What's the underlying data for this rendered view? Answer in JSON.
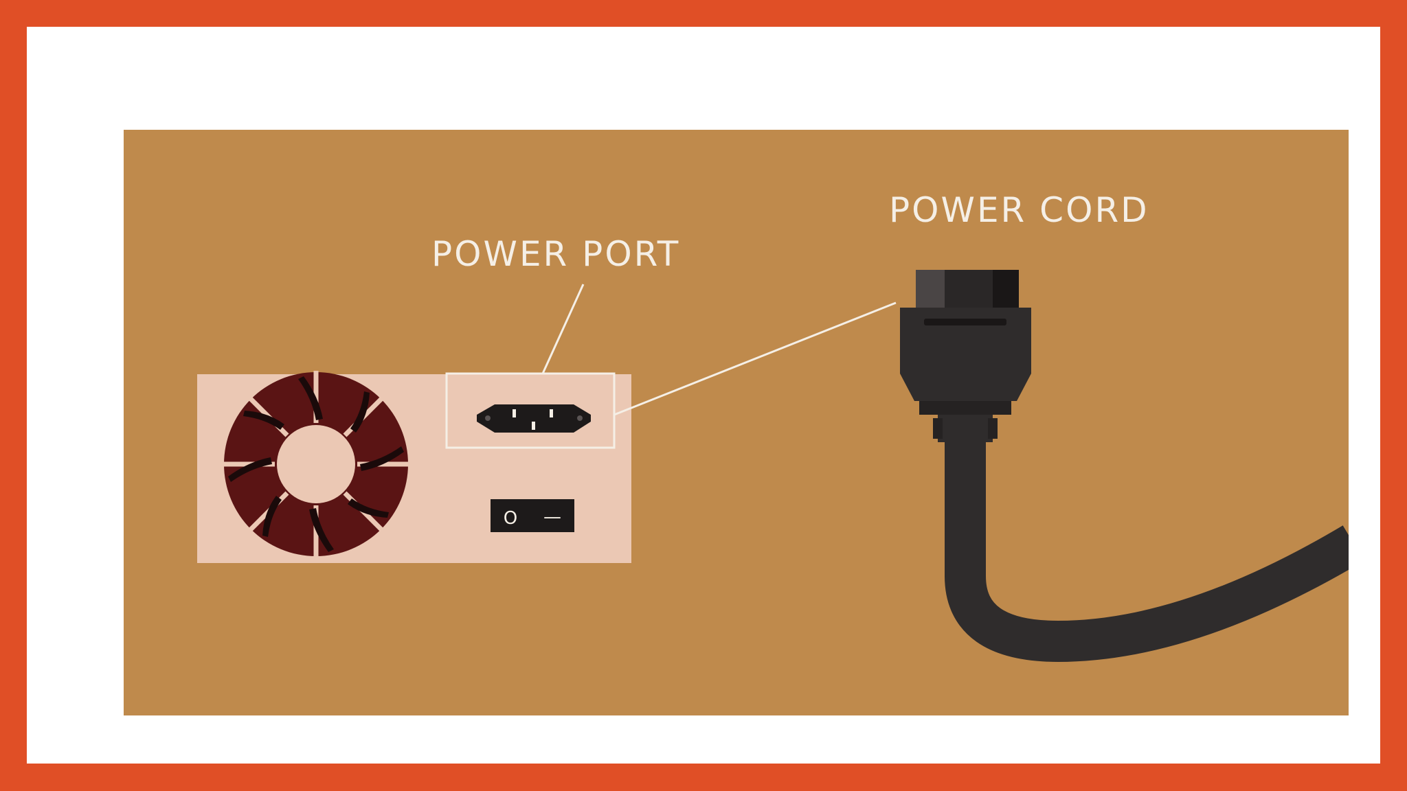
{
  "labels": {
    "power_port": "POWER PORT",
    "power_cord": "POWER CORD"
  },
  "power_switch": {
    "on_symbol": "—",
    "off_symbol": "O"
  },
  "colors": {
    "frame": "#e04f26",
    "background": "#bf8a4c",
    "psu_body": "#ebc8b4",
    "fan_blade": "#5a1414",
    "cord": "#2f2c2c",
    "label_text": "#f5efe6"
  }
}
